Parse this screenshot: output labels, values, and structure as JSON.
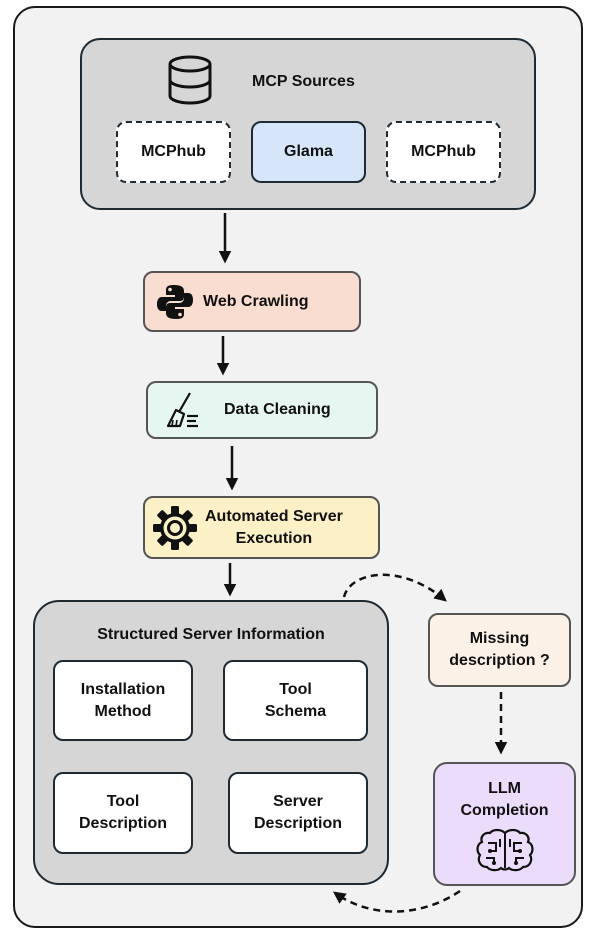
{
  "sources": {
    "title": "MCP Sources",
    "icon": "database-icon",
    "items": [
      "MCPhub",
      "Glama",
      "MCPhub"
    ]
  },
  "pipeline": {
    "web_crawling": "Web Crawling",
    "web_crawling_icon": "python-logo-icon",
    "data_cleaning": "Data Cleaning",
    "data_cleaning_icon": "broom-icon",
    "execution": "Automated Server\nExecution",
    "execution_icon": "gear-icon"
  },
  "structured": {
    "title": "Structured Server Information",
    "items": [
      "Installation\nMethod",
      "Tool\nSchema",
      "Tool\nDescription",
      "Server\nDescription"
    ]
  },
  "side": {
    "missing": "Missing\ndescription ?",
    "llm": "LLM\nCompletion",
    "llm_icon": "brain-icon"
  },
  "colors": {
    "sources_bg": "#d6d6d6",
    "glama_bg": "#d6e6f8",
    "crawling_bg": "#f9ddd0",
    "cleaning_bg": "#e6f7f2",
    "execution_bg": "#fbf0c6",
    "missing_bg": "#fcf1e6",
    "llm_bg": "#ecdcfb"
  }
}
